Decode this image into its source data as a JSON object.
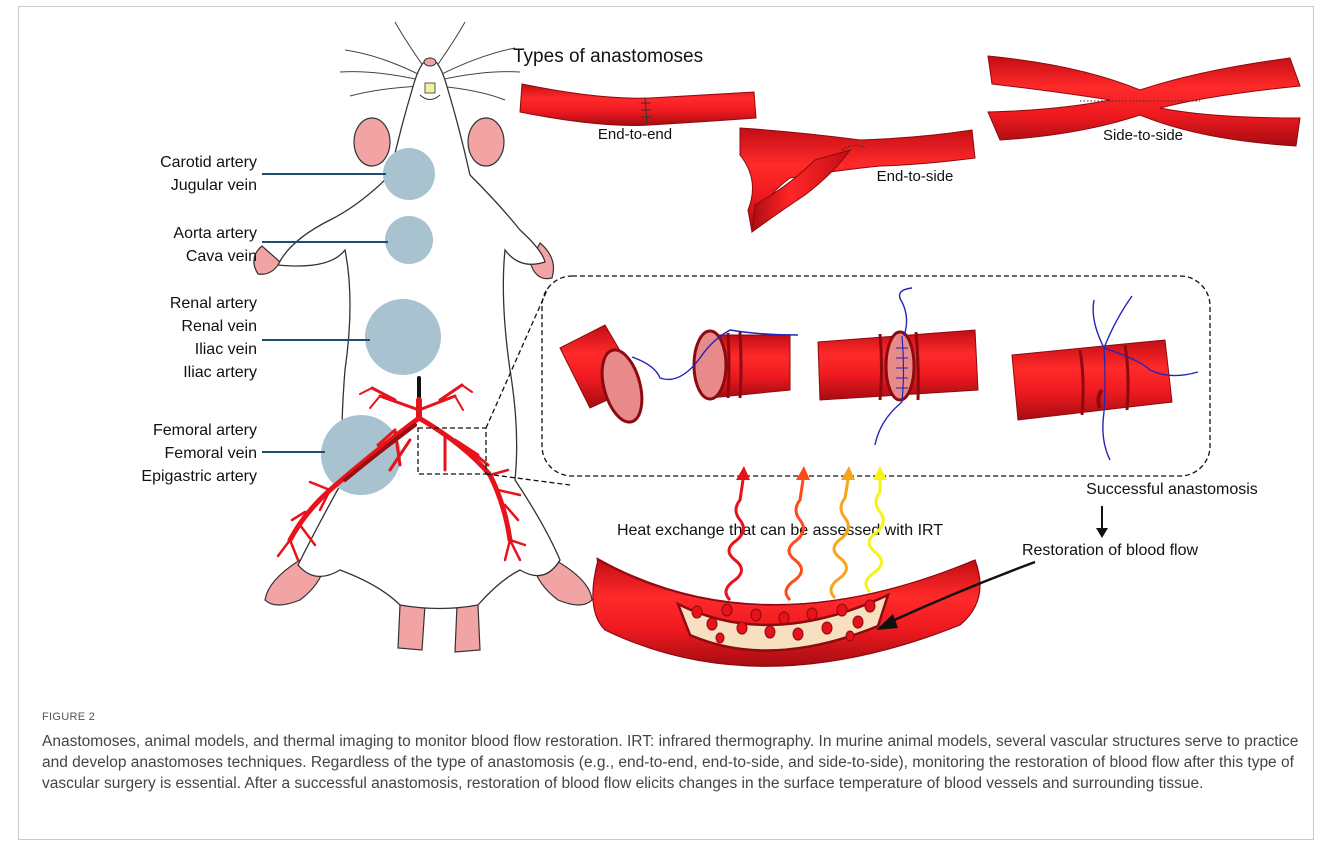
{
  "figure": {
    "number": "FIGURE 2",
    "caption": "Anastomoses, animal models, and thermal imaging to monitor blood flow restoration. IRT: infrared thermography. In murine animal models, several vascular structures serve to practice and develop anastomoses techniques. Regardless of the type of anastomosis (e.g., end-to-end, end-to-side, and side-to-side), monitoring the restoration of blood flow after this type of vascular surgery is essential. After a successful anastomosis, restoration of blood flow elicits changes in the surface temperature of blood vessels and surrounding tissue."
  },
  "anatomy_labels": [
    {
      "lines": [
        "Carotid artery",
        "Jugular vein"
      ]
    },
    {
      "lines": [
        "Aorta artery",
        "Cava vein"
      ]
    },
    {
      "lines": [
        "Renal artery",
        "Renal vein",
        "Iliac vein",
        "Iliac artery"
      ]
    },
    {
      "lines": [
        "Femoral artery",
        "Femoral vein",
        "Epigastric artery"
      ]
    }
  ],
  "anastomosis_types": {
    "title": "Types of anastomoses",
    "end_to_end": "End-to-end",
    "end_to_side": "End-to-side",
    "side_to_side": "Side-to-side"
  },
  "flow": {
    "success": "Successful anastomosis",
    "restoration": "Restoration of blood flow",
    "heat": "Heat exchange that can be assessed with IRT"
  },
  "colors": {
    "vessel_red": "#e8121b",
    "vessel_dark": "#9c0d12",
    "marker_blue": "#a9c2cf",
    "leader_line": "#1c4f6e",
    "suture": "#2424b8",
    "skin_pink": "#f2a4a4"
  }
}
